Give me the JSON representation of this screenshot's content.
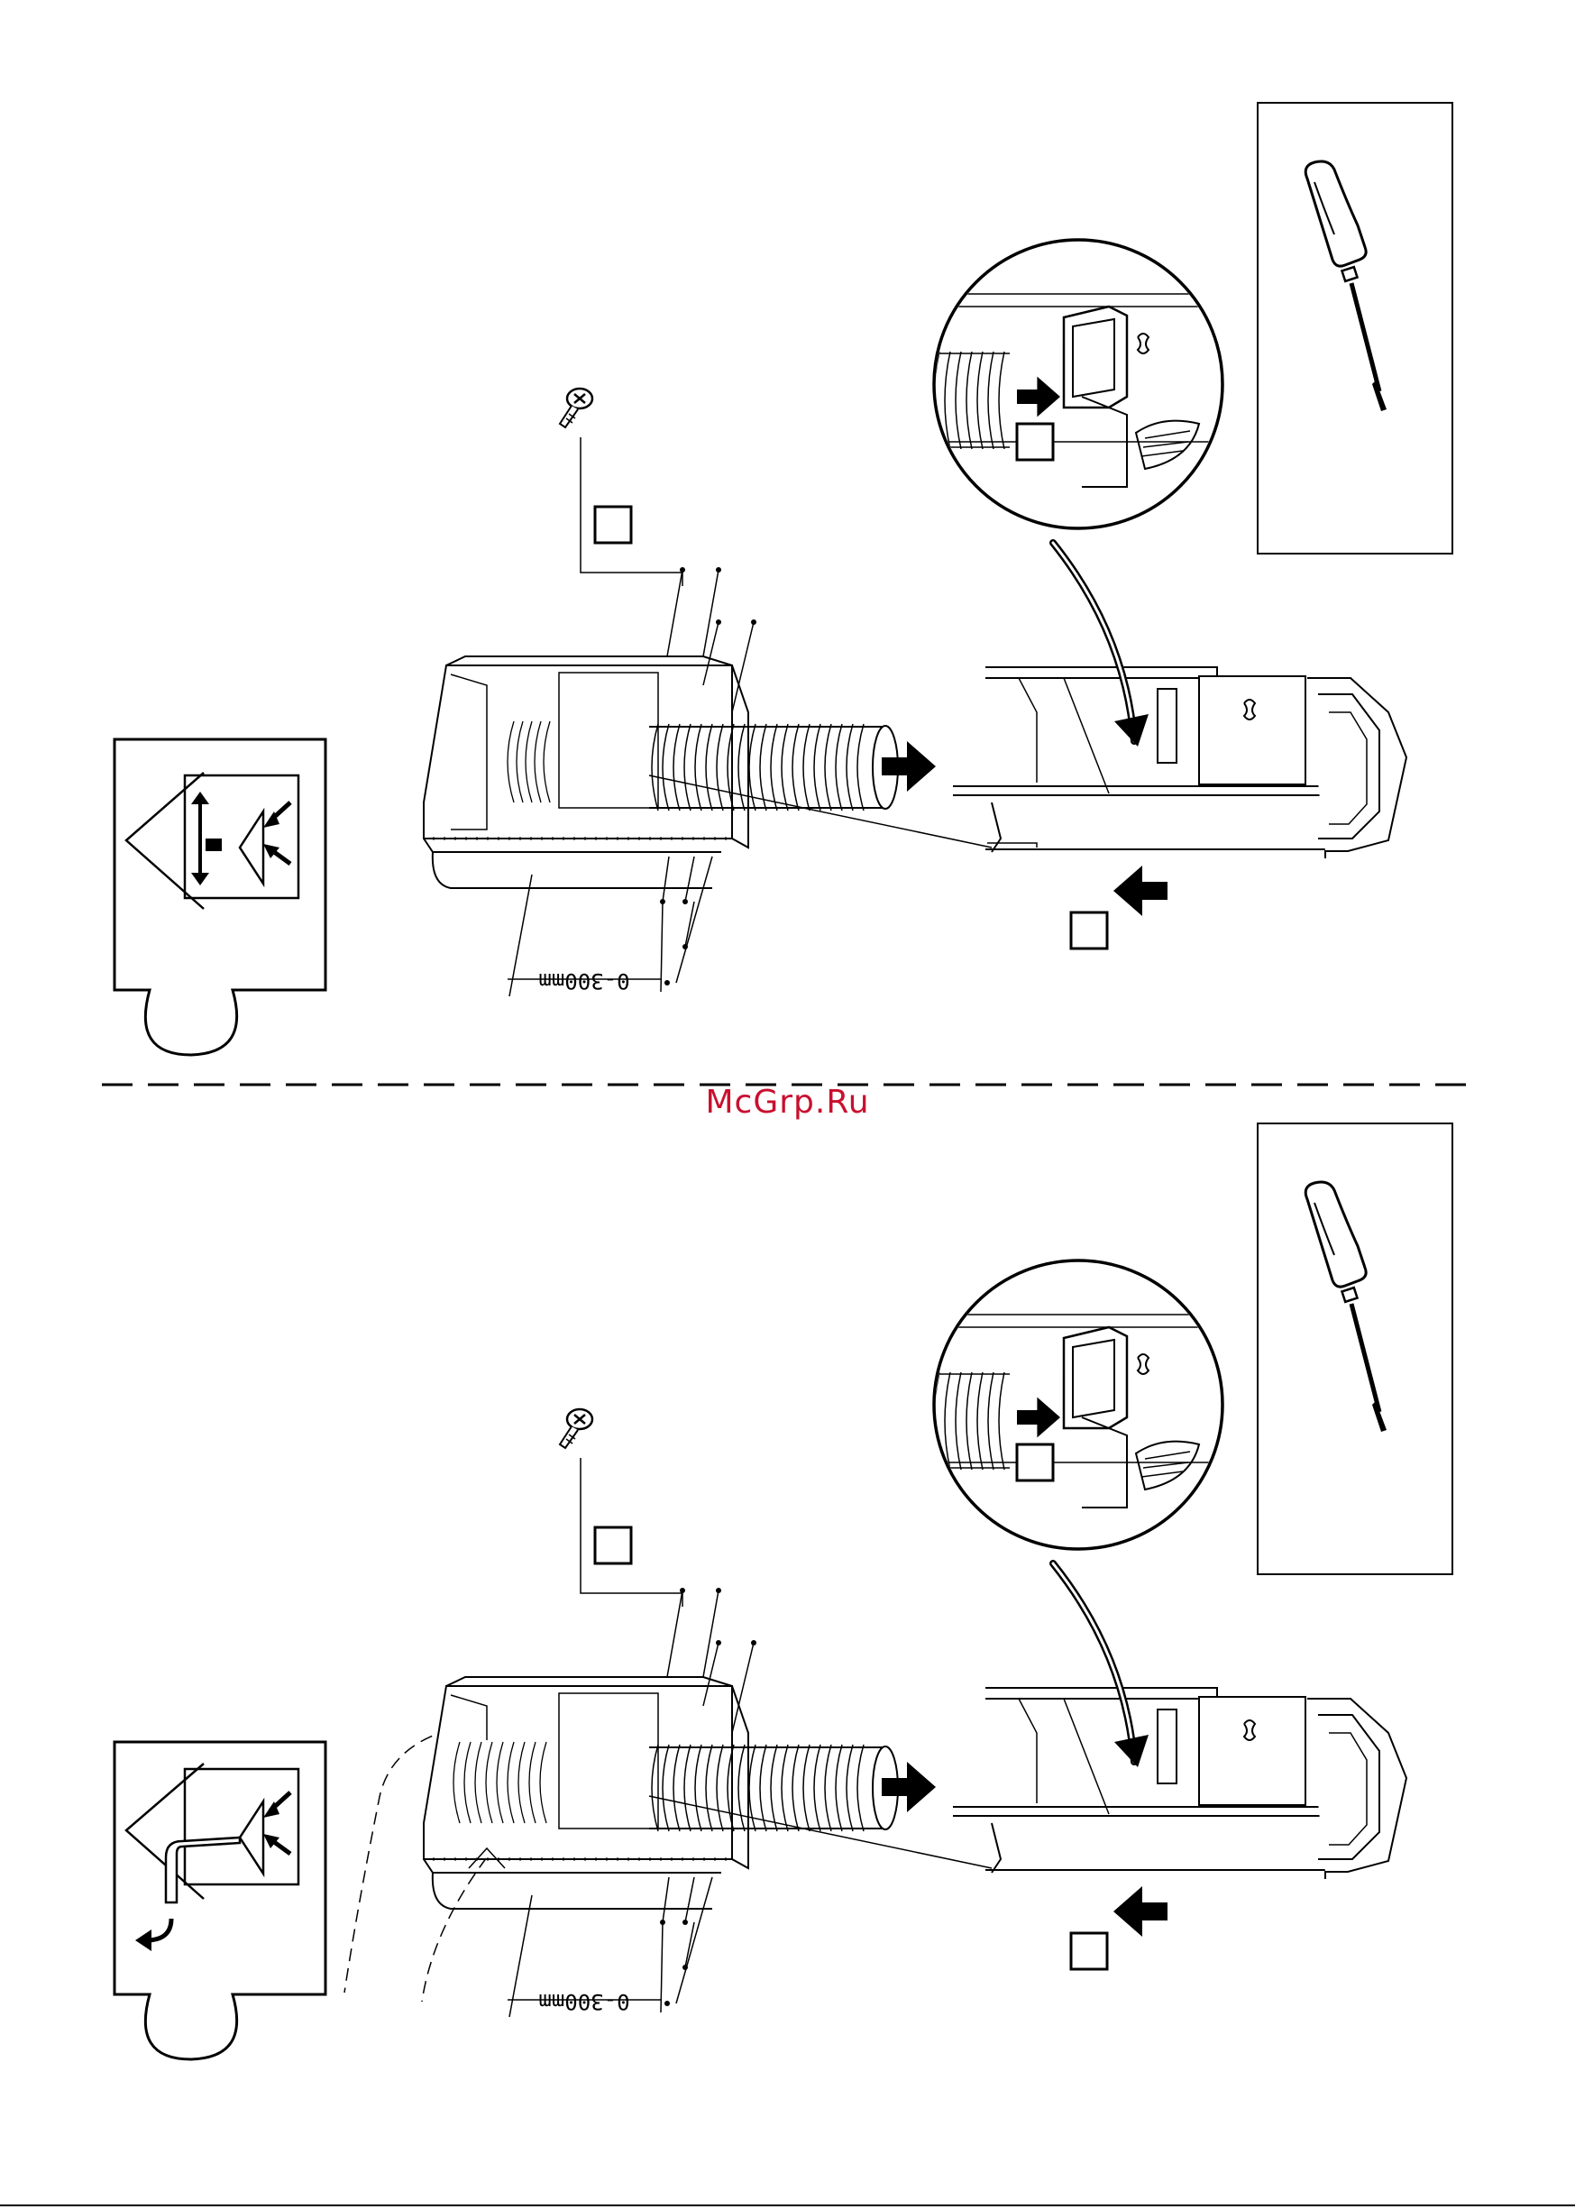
{
  "watermark": "McGrp.Ru",
  "panels": [
    {
      "id": "top",
      "dimension_label": "0-300mm",
      "mode_icon": "recirculation-mode-icon"
    },
    {
      "id": "bottom",
      "dimension_label": "0-300mm",
      "mode_icon": "extraction-mode-icon"
    }
  ],
  "tool_icon": "screwdriver-icon",
  "colors": {
    "ink": "#000000",
    "watermark": "#c8102e",
    "background": "#ffffff"
  }
}
